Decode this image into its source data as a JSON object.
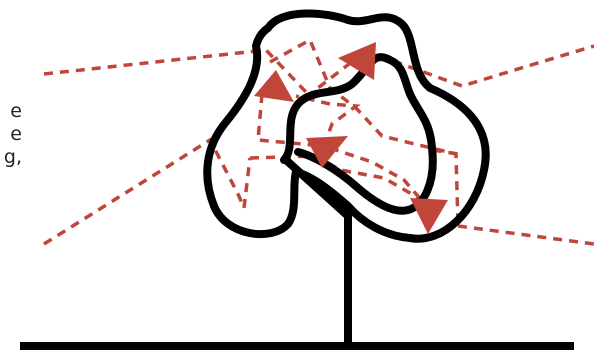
{
  "side_text_fragments": [
    "e",
    "e",
    "g,"
  ],
  "colors": {
    "outline": "#000000",
    "flow": "#c0463a",
    "background": "#ffffff"
  },
  "icons": [
    "tree-outline",
    "flow-arrowhead-triangle"
  ]
}
